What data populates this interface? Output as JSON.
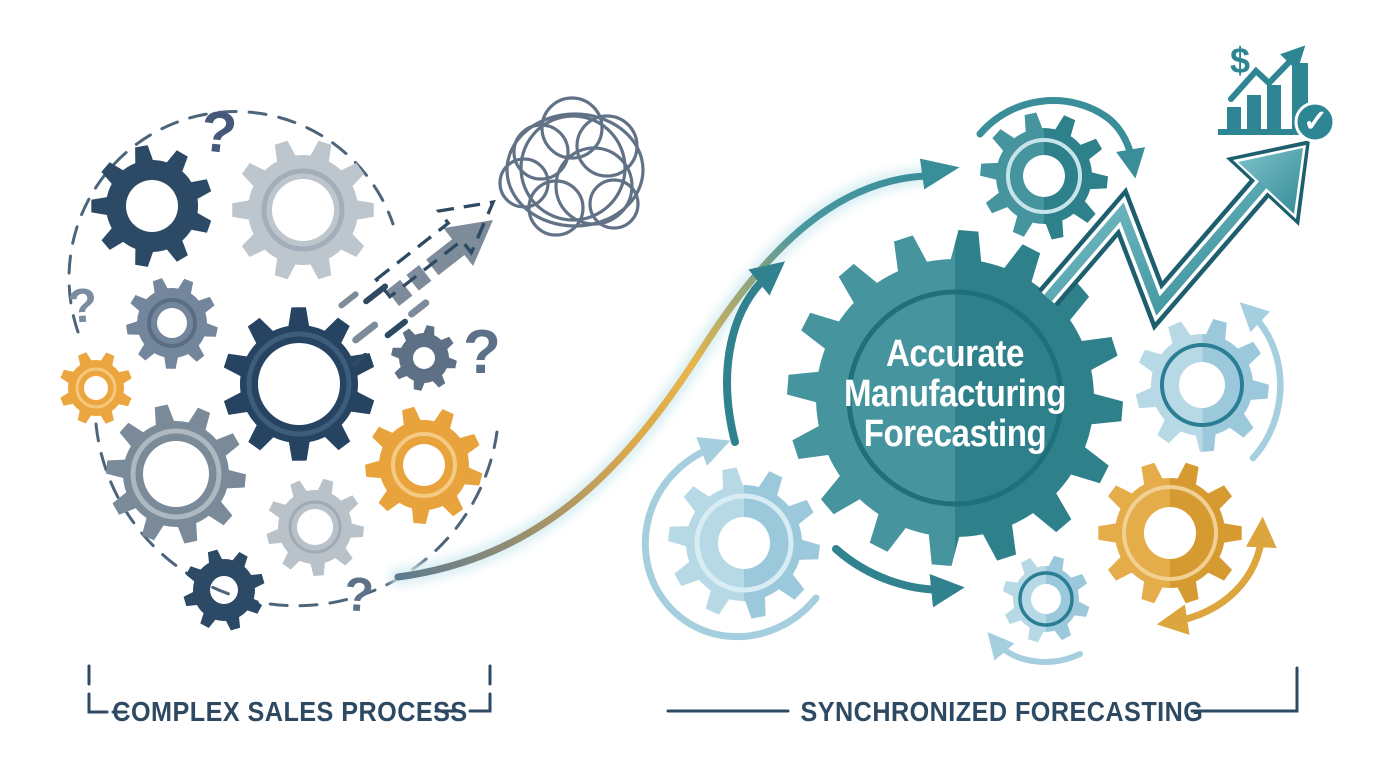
{
  "left_section": {
    "label": "COMPLEX SALES PROCESS",
    "question_marks": [
      "?",
      "?",
      "?",
      "?"
    ]
  },
  "right_section": {
    "label": "SYNCHRONIZED FORECASTING"
  },
  "center_gear": {
    "line1": "Accurate",
    "line2": "Manufacturing",
    "line3": "Forecasting"
  },
  "growth_icon": {
    "dollar": "$",
    "check": "✓"
  },
  "palette": {
    "teal_dark": "#20707c",
    "teal": "#2f828e",
    "teal_light": "#46959e",
    "teal_icon": "#2e8694",
    "light_blue": "#a9cfe0",
    "light_blue_pale": "#b9dbe8",
    "navy": "#2c4a66",
    "navy_deep": "#264361",
    "slate": "#74869b",
    "gray": "#bdc5cd",
    "orange": "#eca63f",
    "gold": "#dca43e",
    "gold_arrow": "#dda53d",
    "flow_gold": "#e8b54d",
    "flow_slate": "#5d7a8f",
    "label_navy": "#2e4a63",
    "white": "#ffffff"
  }
}
